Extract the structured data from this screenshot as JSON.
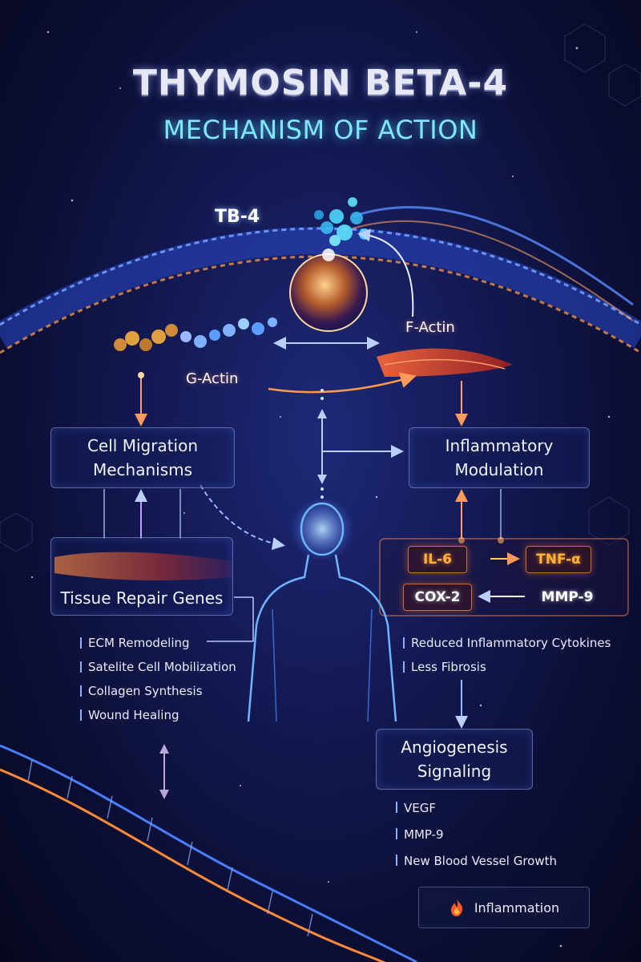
{
  "title": "THYMOSIN BETA-4",
  "subtitle": "MECHANISM OF ACTION",
  "labels": {
    "tb4": "TB-4",
    "f_actin": "F-Actin",
    "g_actin": "G-Actin"
  },
  "boxes": {
    "cell_migration": [
      "Cell Migration",
      "Mechanisms"
    ],
    "inflammatory_modulation": [
      "Inflammatory",
      "Modulation"
    ],
    "tissue_repair": "Tissue Repair Genes",
    "angiogenesis": [
      "Angiogenesis",
      "Signaling"
    ]
  },
  "cytokines": {
    "il6": "IL-6",
    "tnf": "TNF-α",
    "cox2": "COX-2",
    "mmp9": "MMP-9"
  },
  "lists": {
    "tissue_repair": [
      "ECM Remodeling",
      "Satelite Cell Mobilization",
      "Collagen Synthesis",
      "Wound Healing"
    ],
    "inflammation_effects": [
      "Reduced Inflammatory Cytokines",
      "Less Fibrosis"
    ],
    "angiogenesis": [
      "VEGF",
      "MMP-9",
      "New Blood Vessel Growth"
    ]
  },
  "legend": {
    "label": "Inflammation",
    "icon": "flame-icon"
  },
  "colors": {
    "accent_cyan": "#7fe6ff",
    "accent_orange": "#ffb23a",
    "membrane_blue": "#3c6cff"
  }
}
